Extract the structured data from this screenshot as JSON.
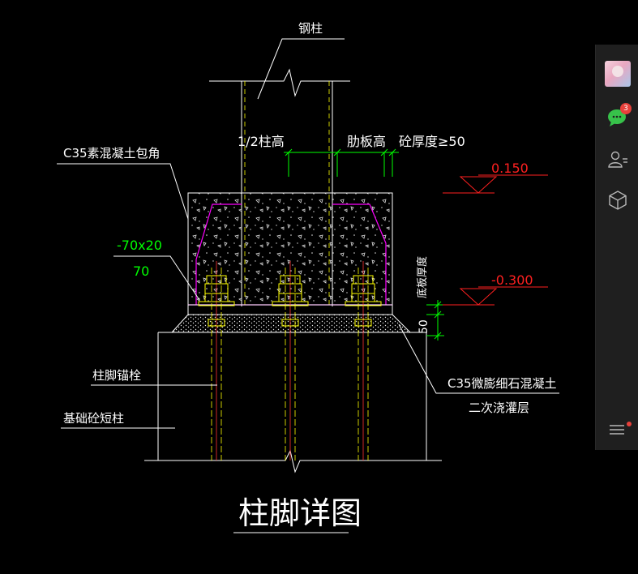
{
  "drawing": {
    "labels": {
      "steel_column": "钢柱",
      "half_column_height": "1/2柱高",
      "rib_height": "肋板高",
      "concrete_thickness": "砼厚度≥50",
      "c35_encasement": "C35素混凝土包角",
      "plate_dim_top": "-70x20",
      "plate_dim_bottom": "70",
      "base_plate_thickness": "底板厚度",
      "grout_thickness": "50",
      "anchor_bolt": "柱脚锚栓",
      "foundation_short_column": "基础砼短柱",
      "grout_material": "C35微膨细石混凝土",
      "grout_layer": "二次浇灌层",
      "detail_title": "柱脚详图"
    },
    "elevations": {
      "top": "0.150",
      "bottom": "-0.300"
    },
    "colors": {
      "line": "#ffffff",
      "dimension": "#00ff00",
      "elevation": "#ff2020",
      "encasement": "#ff00ff",
      "bolt": "#ffff00",
      "bolt_rod": "#ff4040"
    }
  },
  "sidebar": {
    "chat_badge": "3",
    "icons": [
      "avatar-icon",
      "chat-icon",
      "contacts-icon",
      "cube-icon",
      "menu-icon"
    ]
  }
}
